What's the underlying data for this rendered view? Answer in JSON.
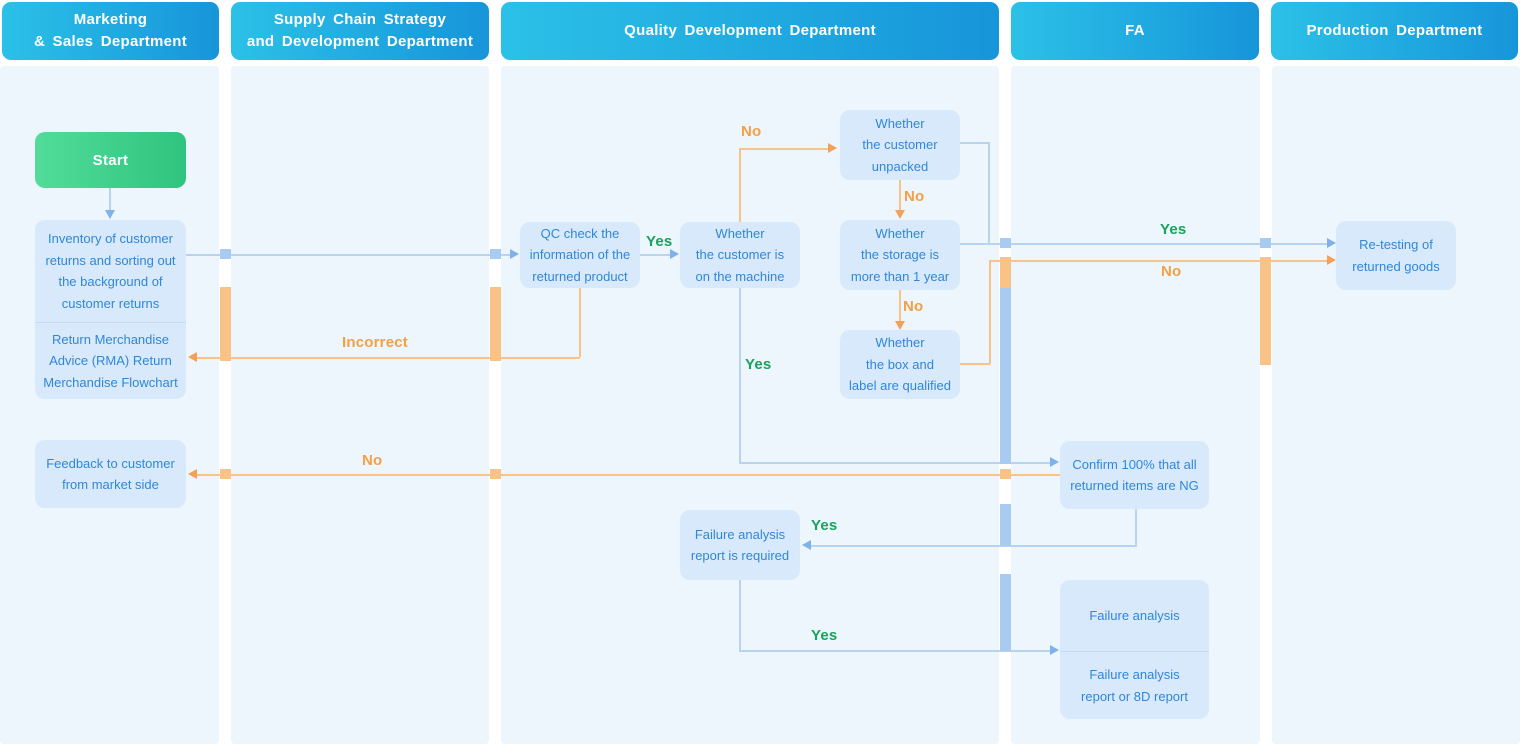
{
  "colors": {
    "lane_background": "#edf5fd",
    "header_gradient_start": "#2bc1e7",
    "header_gradient_end": "#1795da",
    "node_fill": "#d8e9fb",
    "node_text": "#2f87da",
    "start_gradient_start": "#52dc9a",
    "start_gradient_end": "#2ec47f",
    "blue_connector": "#b7d3f0",
    "orange_connector": "#f9c287",
    "yes_label_green": "#19a25b",
    "no_label_orange": "#f5a044"
  },
  "lanes": [
    {
      "title": "Marketing\n& Sales Department"
    },
    {
      "title": "Supply Chain Strategy\nand Development Department"
    },
    {
      "title": "Quality Development Department"
    },
    {
      "title": "FA"
    },
    {
      "title": "Production Department"
    }
  ],
  "nodes": {
    "start": "Start",
    "inventory": "Inventory of customer\nreturns and sorting out\nthe background of\ncustomer returns",
    "rma": "Return Merchandise\nAdvice (RMA) Return\nMerchandise Flowchart",
    "feedback": "Feedback to customer\nfrom market side",
    "qc_check": "QC check the\ninformation of the\nreturned product",
    "on_machine": "Whether\nthe customer is\non the machine",
    "unpacked": "Whether\nthe customer\nunpacked",
    "storage": "Whether\nthe storage is\nmore than 1 year",
    "box_label": "Whether\nthe box and\nlabel are qualified",
    "confirm_ng": "Confirm 100% that all\nreturned items are NG",
    "report_required": "Failure analysis\nreport is required",
    "failure_analysis": "Failure analysis",
    "failure_report": "Failure analysis\nreport or 8D report",
    "retest": "Re-testing of\nreturned goods"
  },
  "edge_labels": {
    "qc_yes": "Yes",
    "machine_no": "No",
    "unpacked_no": "No",
    "storage_no": "No",
    "retest_yes": "Yes",
    "retest_no": "No",
    "machine_yes": "Yes",
    "qc_incorrect": "Incorrect",
    "confirm_no": "No",
    "confirm_yes": "Yes",
    "report_yes": "Yes"
  }
}
